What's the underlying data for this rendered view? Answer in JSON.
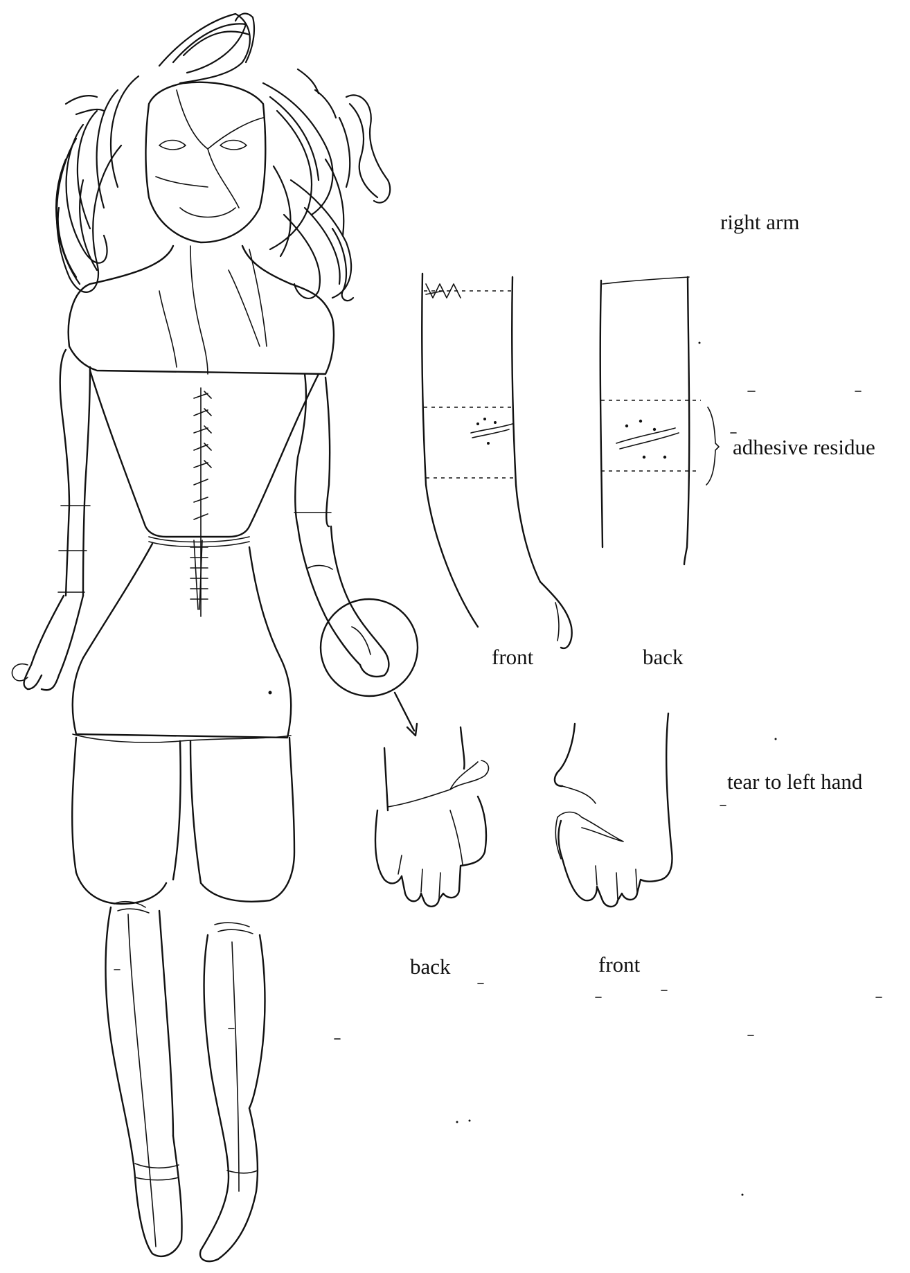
{
  "labels": {
    "right_arm": "right arm",
    "adhesive_residue": "adhesive residue",
    "arm_front": "front",
    "arm_back": "back",
    "tear_to_left_hand": "tear to left hand",
    "hand_back": "back",
    "hand_front": "front"
  },
  "colors": {
    "ink": "#111111",
    "paper": "#ffffff"
  }
}
